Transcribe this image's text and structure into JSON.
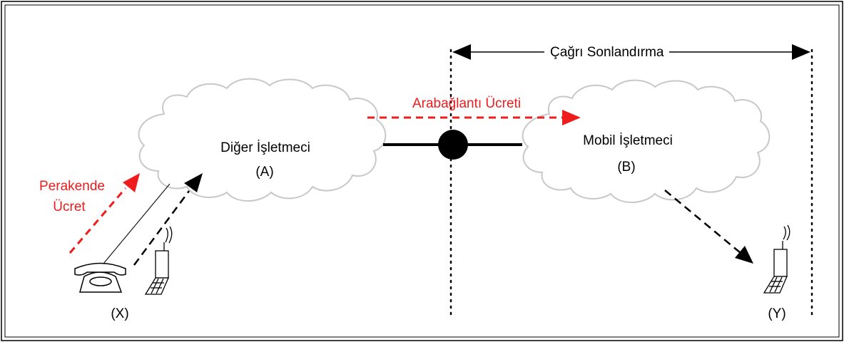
{
  "termination": {
    "label": "Çağrı Sonlandırma"
  },
  "operator_a": {
    "name": "Diğer İşletmeci",
    "code": "(A)"
  },
  "operator_b": {
    "name": "Mobil İşletmeci",
    "code": "(B)"
  },
  "interconnect": {
    "label": "Arabağlantı Ücreti"
  },
  "retail": {
    "line1": "Perakende",
    "line2": "Ücret"
  },
  "endpoint_x": {
    "label": "(X)"
  },
  "endpoint_y": {
    "label": "(Y)"
  },
  "colors": {
    "charge_arrow": "#ee1c1c",
    "cloud": "#c8c8c8",
    "line": "#000000"
  }
}
